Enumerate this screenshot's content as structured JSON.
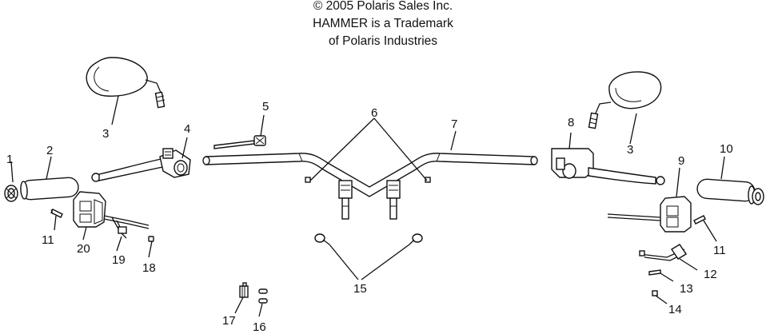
{
  "caption": {
    "line1": "© 2005 Polaris Sales Inc.",
    "line2": "HAMMER is a Trademark",
    "line3": "of Polaris Industries"
  },
  "callouts": [
    "1",
    "2",
    "3",
    "4",
    "5",
    "6",
    "7",
    "8",
    "3",
    "9",
    "10",
    "11",
    "11",
    "12",
    "13",
    "14",
    "15",
    "16",
    "17",
    "18",
    "19",
    "20"
  ]
}
